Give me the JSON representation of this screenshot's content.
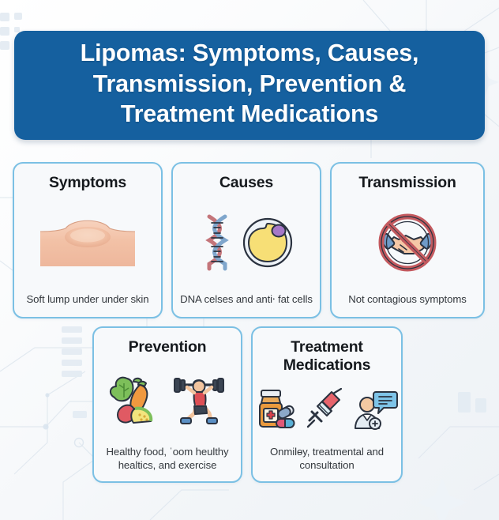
{
  "title": {
    "text": "Lipomas: Symptoms, Causes, Transmission, Prevention & Treatment Medications"
  },
  "colors": {
    "banner_blue": "#15609f",
    "card_border": "#7bc0e4",
    "card_background": "#f7f9fb",
    "page_background": "#f2f5f8",
    "title_text": "#ffffff",
    "heading_text": "#15191d",
    "body_text": "#33383d"
  },
  "cards": [
    {
      "id": "symptoms",
      "title": "Symptoms",
      "description": "Soft lump under under skin",
      "icons": [
        "skin-lump-icon"
      ]
    },
    {
      "id": "causes",
      "title": "Causes",
      "description": "DNA celses and anti⸱ fat cells",
      "icons": [
        "dna-helix-icon",
        "fat-cell-icon"
      ]
    },
    {
      "id": "transmission",
      "title": "Transmission",
      "description": "Not contagious symptoms",
      "icons": [
        "no-handshake-icon"
      ]
    },
    {
      "id": "prevention",
      "title": "Prevention",
      "description": "Healthy food, ˈoom heulthy healtics, and exercise",
      "icons": [
        "healthy-food-icon",
        "weightlifter-icon"
      ]
    },
    {
      "id": "treatment",
      "title": "Treatment Medications",
      "description": "Onmilɵy, treatmental and consultation",
      "icons": [
        "pill-bottle-icon",
        "syringe-icon",
        "doctor-consultation-icon"
      ]
    }
  ]
}
